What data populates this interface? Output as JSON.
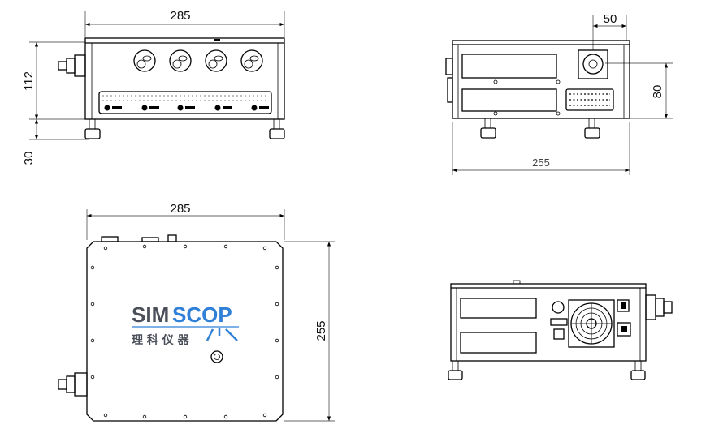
{
  "drawing": {
    "front_view": {
      "width_label": "285",
      "height_label": "112",
      "foot_label": "30"
    },
    "rear_view": {
      "connector_offset_label": "50",
      "height_label": "80",
      "width_label": "255"
    },
    "top_view": {
      "width_label": "285",
      "depth_label": "255"
    },
    "logo": {
      "brand_dark": "SIM",
      "brand_blue": "SCOP",
      "subtitle": "理 科 仪 器",
      "dark_color": "#4b4f5a",
      "blue_color": "#2f80d6"
    }
  }
}
